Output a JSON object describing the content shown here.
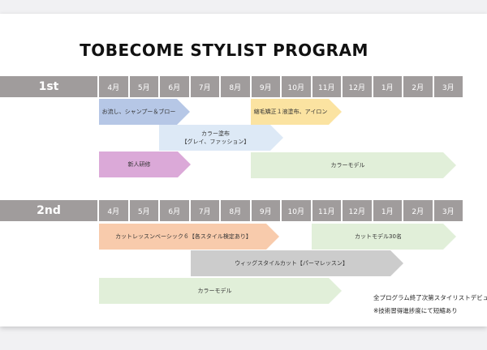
{
  "title": "TOBECOME STYLIST PROGRAM",
  "months": [
    "4月",
    "5月",
    "6月",
    "7月",
    "8月",
    "9月",
    "10月",
    "11月",
    "12月",
    "1月",
    "2月",
    "3月"
  ],
  "year1": {
    "label": "1st",
    "bars": [
      {
        "text": "お流し、シャンプー＆ブロー",
        "color": "#b6c7e6"
      },
      {
        "text": "縮毛矯正１液塗布、アイロン",
        "color": "#fbe3a1"
      },
      {
        "text": "カラー塗布\n【グレイ、ファッション】",
        "color": "#dde9f6"
      },
      {
        "text": "新人研修",
        "color": "#dba9d8"
      },
      {
        "text": "カラーモデル",
        "color": "#e1efd9"
      }
    ]
  },
  "year2": {
    "label": "2nd",
    "bars": [
      {
        "text": "カットレッスンベーシック６【各スタイル検定あり】",
        "color": "#f8cbac"
      },
      {
        "text": "カットモデル30名",
        "color": "#e1efd9"
      },
      {
        "text": "ウィッグスタイルカット【パーマレッスン】",
        "color": "#cccccc"
      },
      {
        "text": "カラーモデル",
        "color": "#e1efd9"
      }
    ]
  },
  "notes": {
    "debut": "全プログラム終了次第スタイリストデビュー",
    "shorten": "※技術習得進捗度にて短縮あり"
  }
}
